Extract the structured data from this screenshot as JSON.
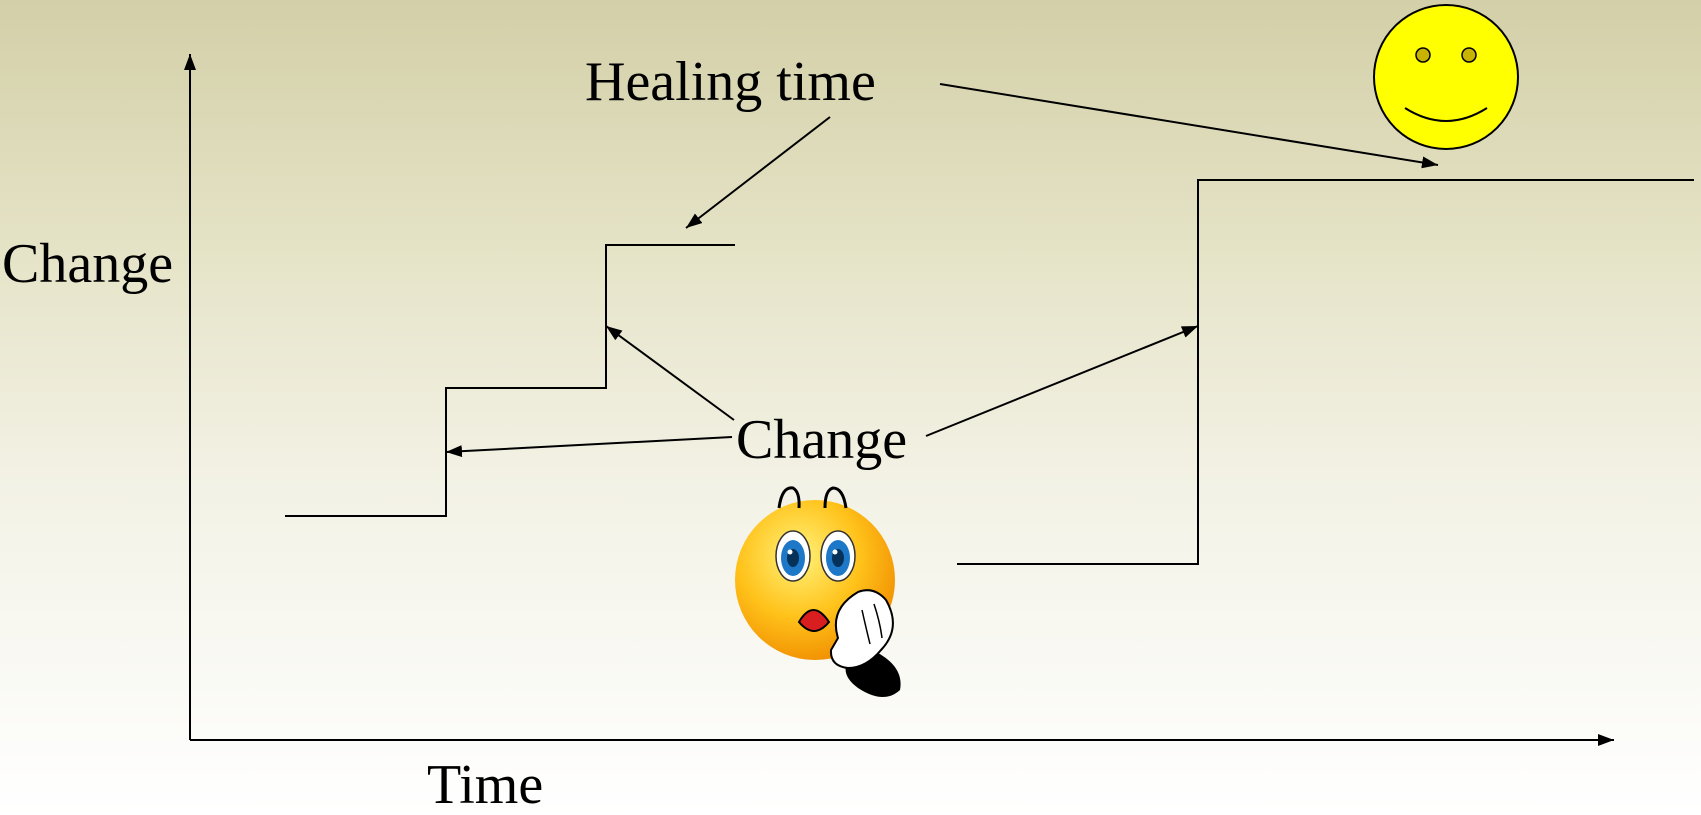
{
  "labels": {
    "y_axis": "Change",
    "x_axis": "Time",
    "healing": "Healing time",
    "change": "Change"
  },
  "colors": {
    "ink": "#000000",
    "smiley_fill": "#ffff00",
    "smiley_eye": "#c8b400",
    "worried_face": "#ffc21a",
    "worried_eye": "#1e78c8",
    "mouth": "#d81e1e"
  },
  "icons": {
    "happy": "happy-smiley-icon",
    "worried": "worried-face-icon"
  }
}
